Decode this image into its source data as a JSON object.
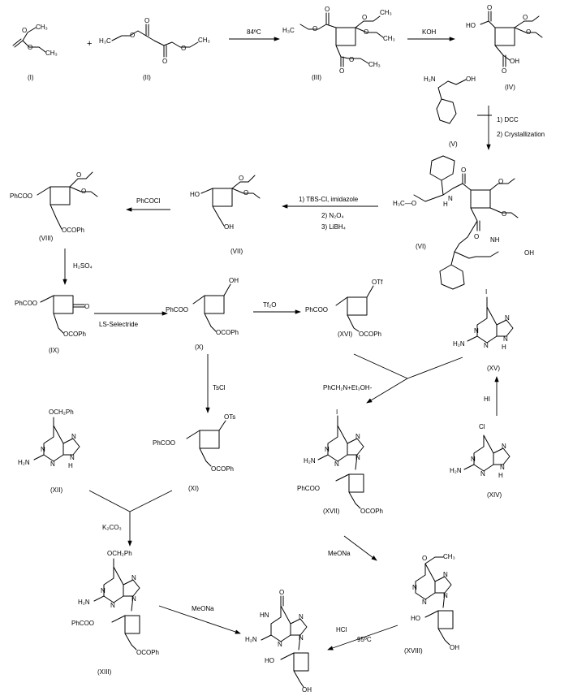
{
  "compounds": {
    "c1": {
      "id": "(I)"
    },
    "c2": {
      "id": "(II)"
    },
    "c3": {
      "id": "(III)"
    },
    "c4": {
      "id": "(IV)"
    },
    "c5": {
      "id": "(V)"
    },
    "c6": {
      "id": "(VI)"
    },
    "c7": {
      "id": "(VII)"
    },
    "c8": {
      "id": "(VIII)"
    },
    "c9": {
      "id": "(IX)"
    },
    "c10": {
      "id": "(X)"
    },
    "c11": {
      "id": "(XI)"
    },
    "c12": {
      "id": "(XII)"
    },
    "c13": {
      "id": "(XIII)"
    },
    "c14": {
      "id": "(XIV)"
    },
    "c15": {
      "id": "(XV)"
    },
    "c16": {
      "id": "(XVI)"
    },
    "c17": {
      "id": "(XVII)"
    },
    "c18": {
      "id": "(XVIII)"
    }
  },
  "plus": "+",
  "reagents": {
    "r1": "84ºC",
    "r2": "KOH",
    "r3a": "1) DCC",
    "r3b": "2) Crystallization",
    "r4a": "1) TBS-Cl, imidazole",
    "r4b": "2) N₂O₄",
    "r4c": "3) LiBH₄",
    "r5": "PhCOCl",
    "r6": "H₂SO₄",
    "r7": "LS-Selectride",
    "r8": "Tf₂O",
    "r9": "TsCl",
    "r10": "PhCH₂N+Et₃OH-",
    "r11": "HI",
    "r12": "K₂CO₃",
    "r13": "MeONa",
    "r14": "MeONa",
    "r15": "HCl",
    "r16": "95ºC"
  },
  "atoms": {
    "ch3": "CH₃",
    "h3c": "H₃C",
    "o": "O",
    "oh": "OH",
    "ho": "HO",
    "nh2": "NH₂",
    "h2n": "H₂N",
    "nh": "NH",
    "hn": "HN",
    "n": "N",
    "h": "H",
    "i": "I",
    "cl": "Cl",
    "otf": "OTf",
    "ots": "OTs",
    "phcoo": "PhCOO",
    "ocoph": "OCOPh",
    "och2ph": "OCH₂Ph",
    "h3co": "H₃C—O"
  }
}
